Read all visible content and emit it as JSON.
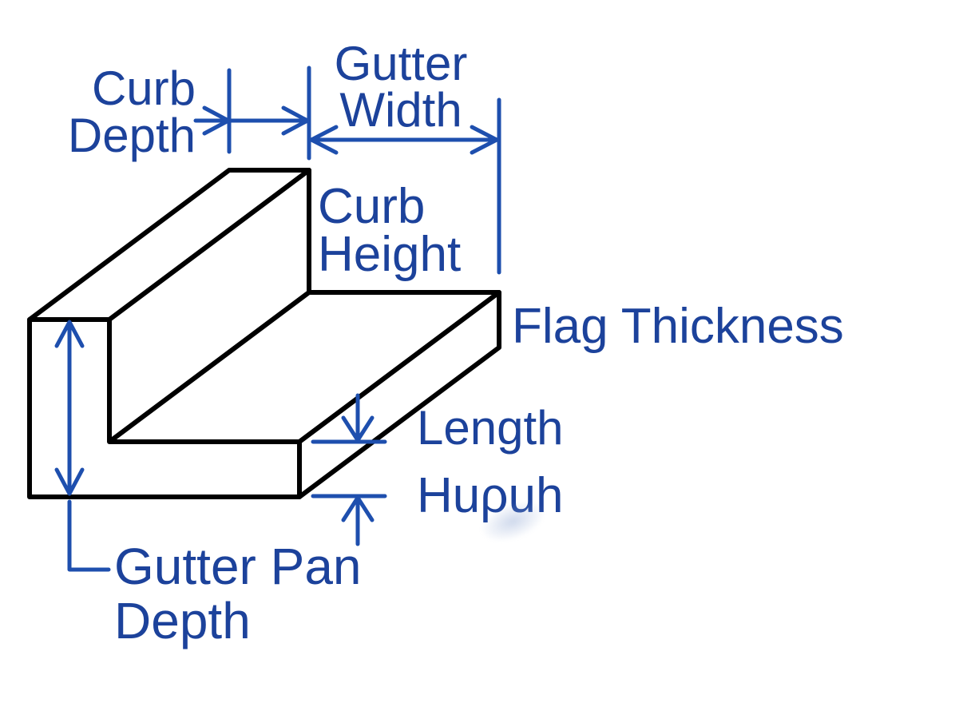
{
  "diagram": {
    "type": "isometric-dimension-diagram",
    "subject": "Curb and gutter cross-section with dimension callouts",
    "labels": {
      "curb_depth": "Curb\nDepth",
      "gutter_width": "Gutter\nWidth",
      "curb_height": "Curb\nHeight",
      "flag_thickness": "Flag Thickness",
      "length": "Length",
      "height_garbled": "Huρuh",
      "gutter_pan_depth": "Gutter Pan\nDepth"
    }
  },
  "theme": {
    "background": "#ffffff",
    "label_color": "#1c429b",
    "line_color": "#1e4fae",
    "outline_color": "#000000"
  }
}
